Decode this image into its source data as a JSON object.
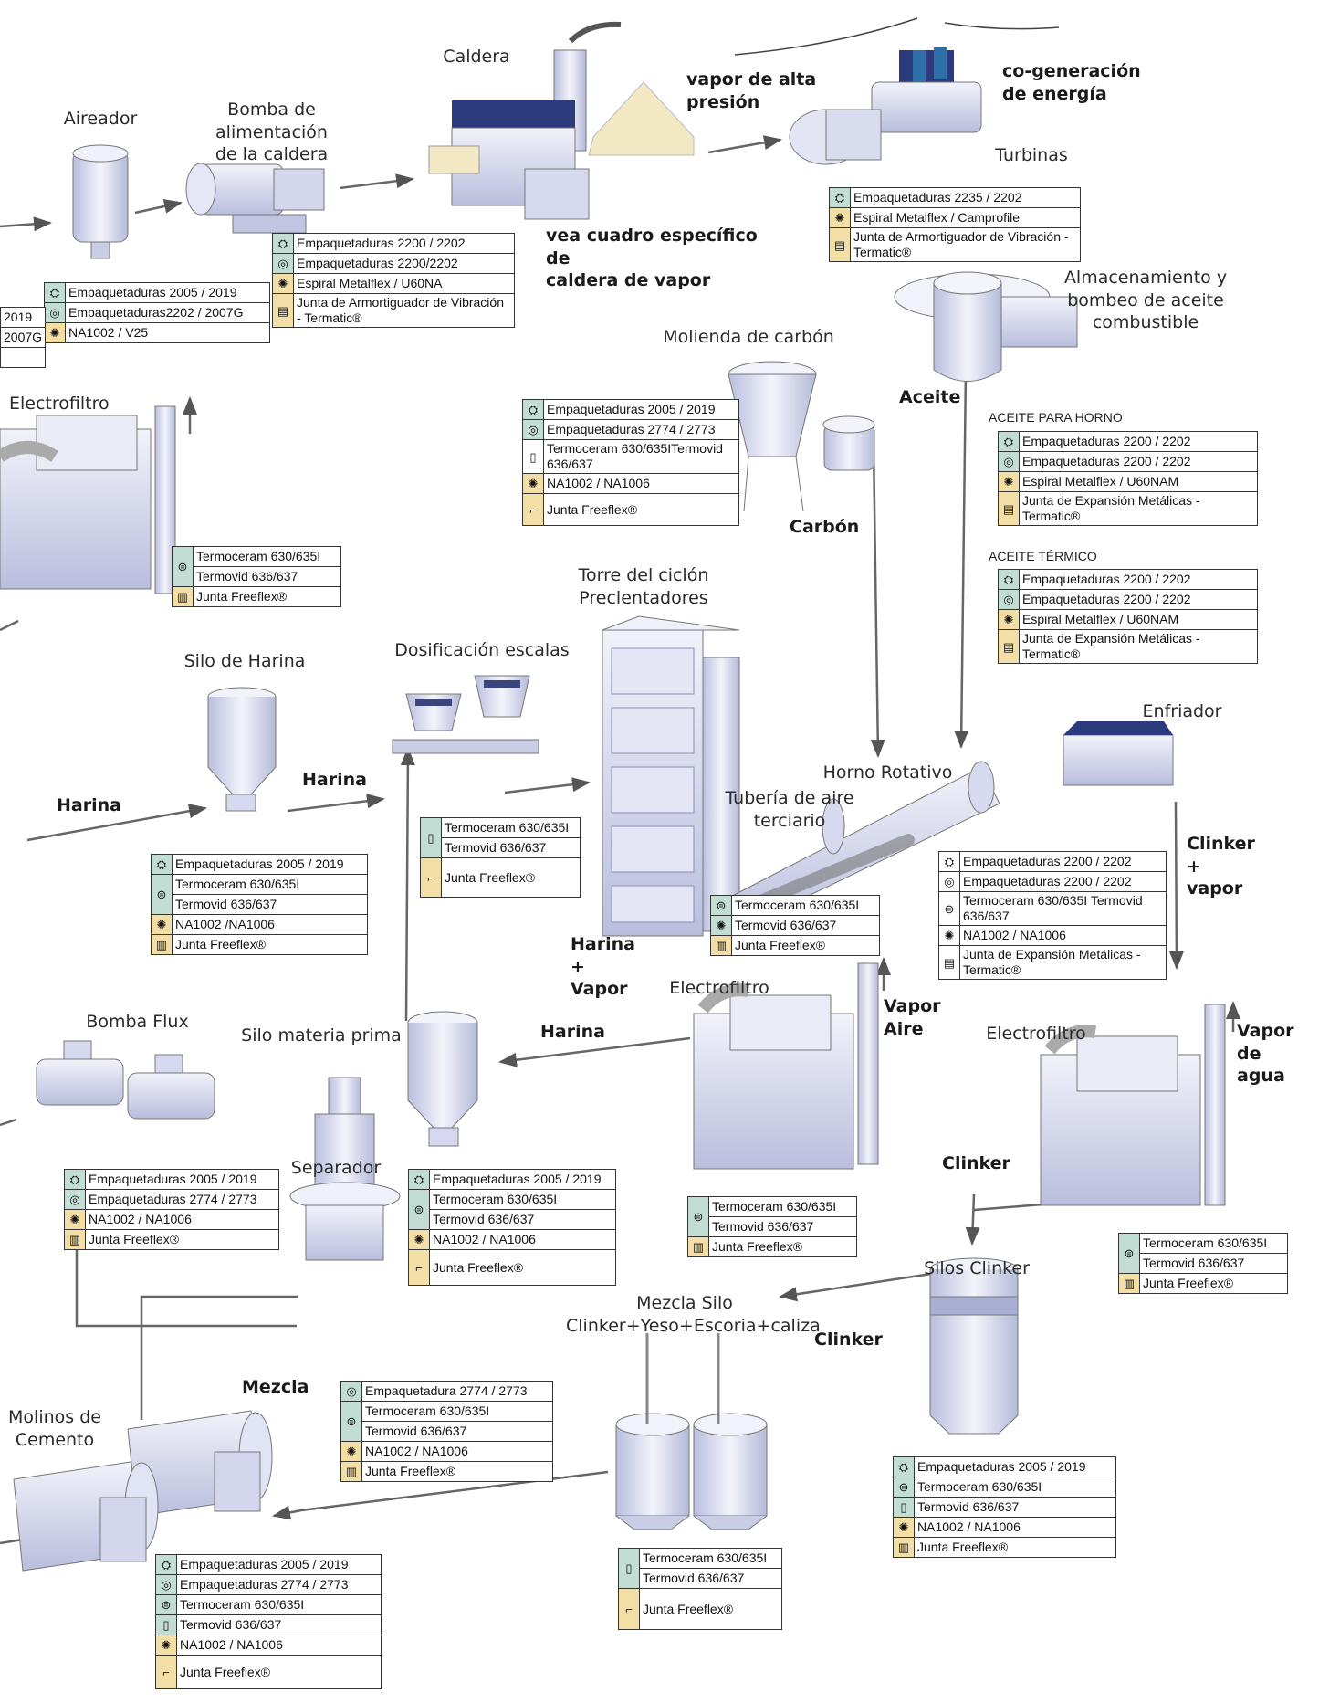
{
  "labels": {
    "caldera": "Caldera",
    "aireador": "Aireador",
    "bomba_alimentacion": "Bomba de alimentación\nde la caldera",
    "vapor_alta": "vapor de alta\npresión",
    "cogeneracion": "co-generación\nde energía",
    "turbinas": "Turbinas",
    "vea_cuadro": "vea cuadro específico de\ncaldera de vapor",
    "almacenamiento": "Almacenamiento y\nbombeo de aceite\ncombustible",
    "molienda": "Molienda de carbón",
    "electrofiltro_1": "Electrofiltro",
    "aceite": "Aceite",
    "aceite_horno": "ACEITE PARA HORNO",
    "aceite_termico": "ACEITE TÉRMICO",
    "carbon": "Carbón",
    "torre": "Torre del ciclón\nPreclentadores",
    "silo_harina": "Silo de Harina",
    "dosificacion": "Dosificación escalas",
    "enfriador": "Enfriador",
    "horno": "Horno Rotativo",
    "harina_a": "Harina",
    "harina_b": "Harina",
    "harina_c": "Harina",
    "tuberia": "Tubería de aire\nterciario",
    "clinker_vapor": "Clinker\n+ vapor",
    "harina_vapor": "Harina\n+ Vapor",
    "electrofiltro_2": "Electrofiltro",
    "vapor_aire": "Vapor\nAire",
    "electrofiltro_3": "Electrofiltro",
    "vapor_agua": "Vapor de\nagua",
    "bomba_flux": "Bomba Flux",
    "silo_materia": "Silo materia prima",
    "separador": "Separador",
    "clinker_a": "Clinker",
    "silos_clinker": "Silos Clinker",
    "mezcla_silo": "Mezcla Silo\nClinker+Yeso+Escoria+caliza",
    "clinker_b": "Clinker",
    "mezcla": "Mezcla",
    "molinos": "Molinos de\nCemento"
  },
  "tables": {
    "bomba_caldera": [
      "Empaquetaduras 2200 / 2202",
      "Empaquetaduras 2200/2202",
      "Espiral Metalflex / U60NA",
      "Junta de Armortiguador de Vibración - Termatic®"
    ],
    "turbinas": [
      "Empaquetaduras 2235 / 2202",
      "Espiral Metalflex / Camprofile",
      "Junta  de Armortiguador de Vibración - Termatic®"
    ],
    "aireador": [
      "Empaquetaduras 2005 / 2019",
      "Empaquetaduras2202 / 2007G",
      "NA1002 / V25"
    ],
    "cut_left": [
      "2019",
      "2007G"
    ],
    "molienda": [
      "Empaquetaduras 2005 / 2019",
      "Empaquetaduras 2774 / 2773",
      "Termoceram 630/635ITermovid 636/637",
      "NA1002 / NA1006",
      "Junta Freeflex®"
    ],
    "aceite_horno": [
      "Empaquetaduras 2200 / 2202",
      "Empaquetaduras 2200 / 2202",
      "Espiral Metalflex / U60NAM",
      "Junta  de Expansión Metálicas - Termatic®"
    ],
    "aceite_termico": [
      "Empaquetaduras 2200 / 2202",
      "Empaquetaduras 2200 / 2202",
      "Espiral Metalflex / U60NAM",
      "Junta  de Expansión Metálicas - Termatic®"
    ],
    "electrofiltro_1": [
      "Termoceram 630/635I",
      "Termovid 636/637",
      "Junta Freeflex®"
    ],
    "silo_harina": [
      "Empaquetaduras 2005 / 2019",
      "Termoceram 630/635I",
      "Termovid 636/637",
      "NA1002 /NA1006",
      "Junta Freeflex®"
    ],
    "dosificacion": [
      "Termoceram 630/635I",
      "Termovid 636/637",
      "Junta Freeflex®"
    ],
    "horno_central": [
      "Termoceram 630/635I",
      "Termovid 636/637",
      "Junta Freeflex®"
    ],
    "horno_right": [
      "Empaquetaduras 2200 / 2202",
      "Empaquetaduras 2200 / 2202",
      "Termoceram 630/635I Termovid 636/637",
      "NA1002 / NA1006",
      "Junta  de Expansión Metálicas - Termatic®"
    ],
    "bomba_flux": [
      "Empaquetaduras 2005 / 2019",
      "Empaquetaduras 2774 / 2773",
      "NA1002 / NA1006",
      "Junta Freeflex®"
    ],
    "silo_materia": [
      "Empaquetaduras 2005 / 2019",
      "Termoceram 630/635I",
      "Termovid 636/637",
      "NA1002 / NA1006",
      "Junta Freeflex®"
    ],
    "electrofiltro_2": [
      "Termoceram 630/635I",
      "Termovid 636/637",
      "Junta Freeflex®"
    ],
    "electrofiltro_3": [
      "Termoceram 630/635I",
      "Termovid 636/637",
      "Junta Freeflex®"
    ],
    "separador": [
      "Empaquetadura 2774 / 2773",
      "Termoceram 630/635I",
      "Termovid 636/637",
      "NA1002 / NA1006",
      "Junta Freeflex®"
    ],
    "silos_clinker": [
      "Empaquetaduras 2005 / 2019",
      "Termoceram 630/635I",
      "Termovid 636/637",
      "NA1002 / NA1006",
      "Junta Freeflex®"
    ],
    "mezcla_silo": [
      "Termoceram 630/635I",
      "Termovid 636/637",
      "Junta Freeflex®"
    ],
    "molinos": [
      "Empaquetaduras 2005 / 2019",
      "Empaquetaduras 2774 / 2773",
      "Termoceram 630/635I",
      "Termovid 636/637",
      "NA1002 / NA1006",
      "Junta Freeflex®"
    ]
  },
  "colors": {
    "equipment": "#dcdff2",
    "equipment_dark": "#2a3a7c",
    "icon_teal": "#c2ddd4",
    "icon_tan": "#f3dea5",
    "sand": "#f2e8c4"
  }
}
